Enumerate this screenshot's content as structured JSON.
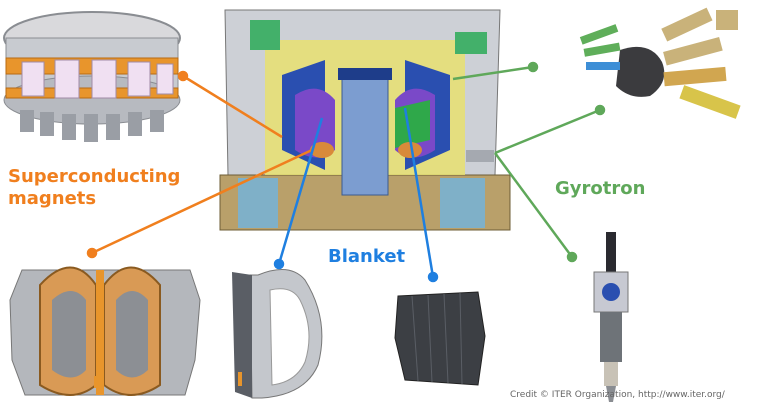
{
  "labels": {
    "magnets_line1": "Superconducting",
    "magnets_line2": "magnets",
    "blanket": "Blanket",
    "gyrotron": "Gyrotron"
  },
  "credit": "Credit © ITER Organization, http://www.iter.org/",
  "colors": {
    "magnets": "#f07f1e",
    "blanket": "#1f7fe0",
    "gyrotron": "#5fa85a",
    "ring_orange": "#e8952c",
    "steel": "#a9adb3",
    "dark_steel": "#6e7378",
    "blanket_tile": "#3c3f44",
    "cryostat_blue": "#2a4fb0",
    "tan": "#c9b27a"
  },
  "icons": [
    "magnet-ring-render",
    "coil-sector-render",
    "tokamak-cutaway-render",
    "blanket-shell-render",
    "blanket-module-render",
    "gyrotron-launcher-render",
    "gyrotron-tube-render"
  ]
}
